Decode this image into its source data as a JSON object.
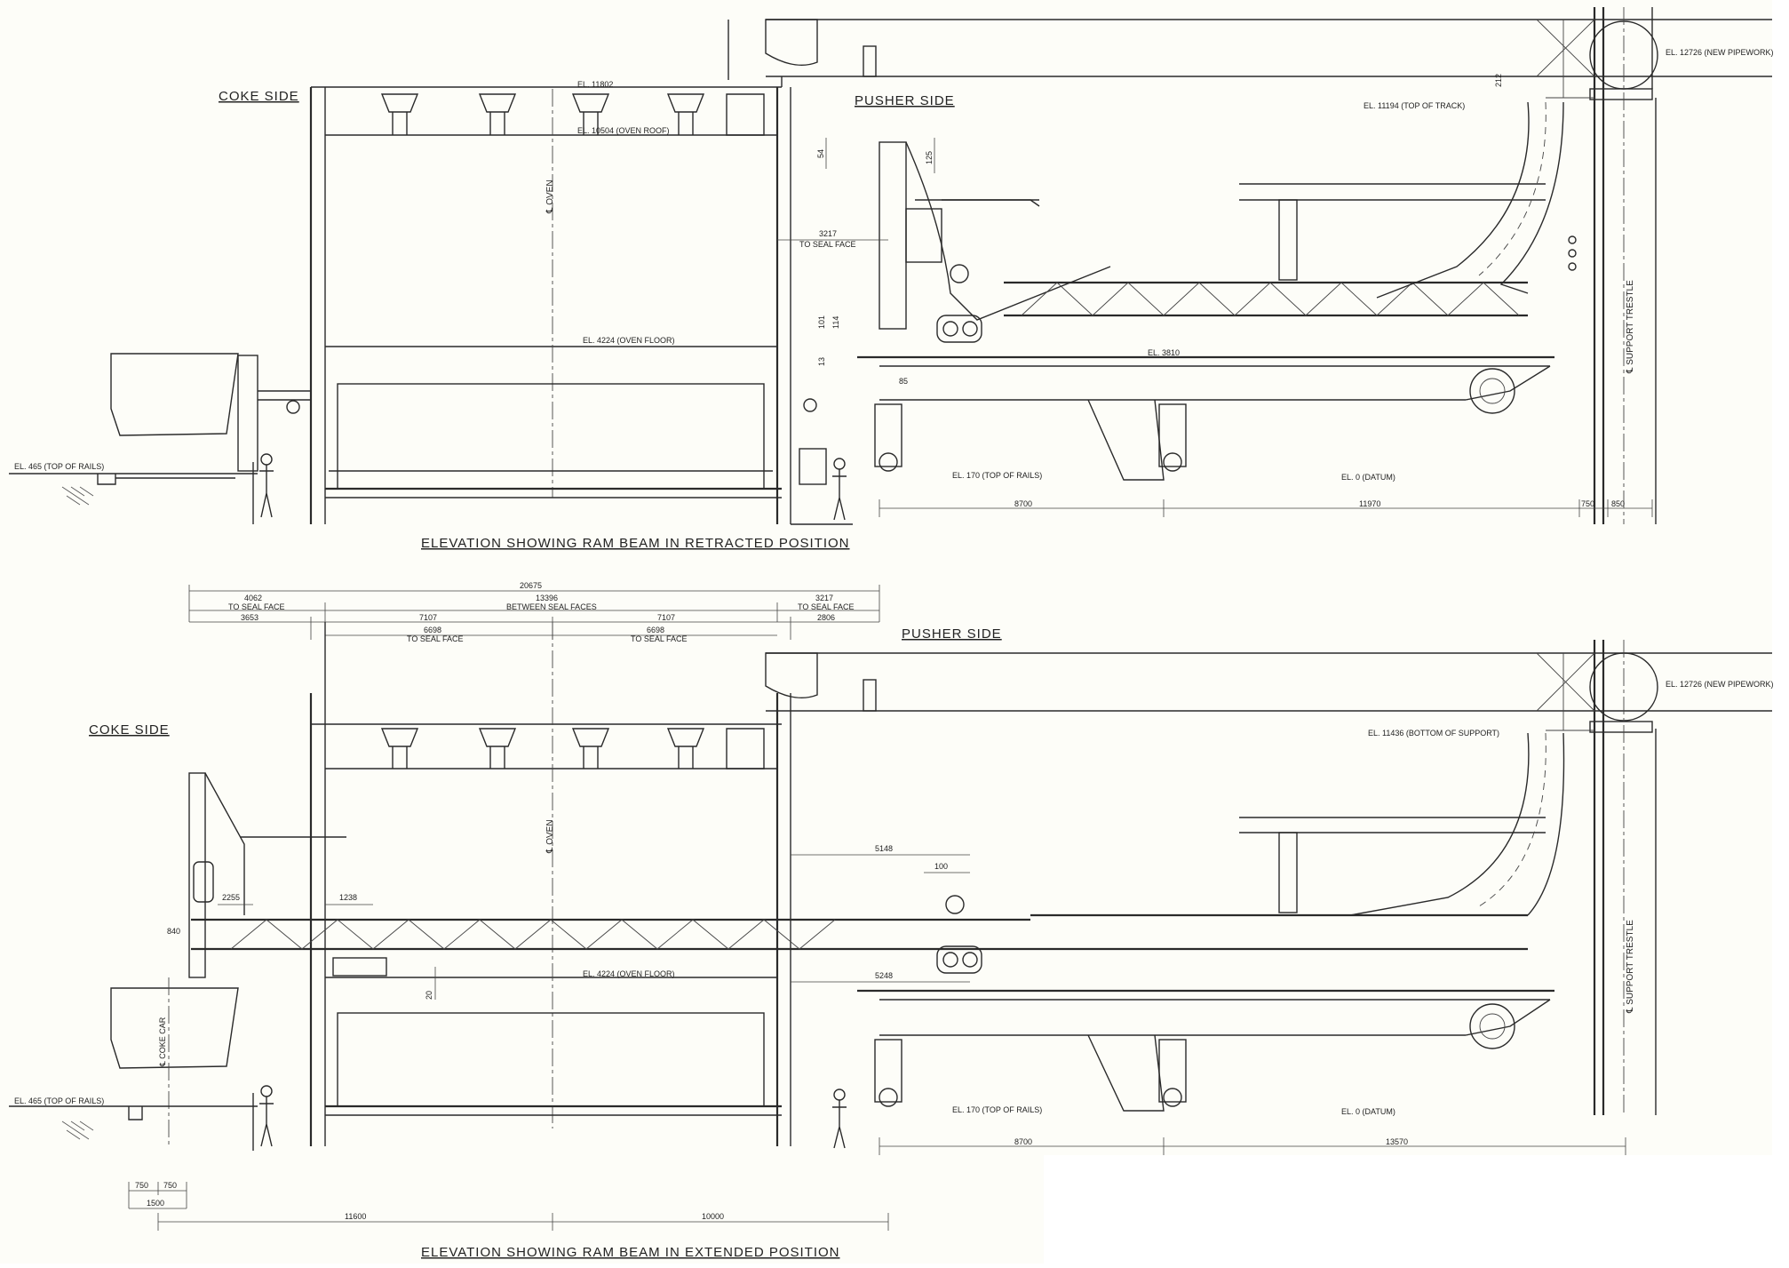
{
  "top_view": {
    "caption": "ELEVATION SHOWING RAM BEAM IN RETRACTED POSITION",
    "coke_side": "COKE SIDE",
    "pusher_side": "PUSHER SIDE",
    "oven_label": "℄ OVEN",
    "support_trestle": "℄ SUPPORT TRESTLE",
    "elevations": {
      "el_11802": "EL. 11802",
      "el_10504": "EL. 10504 (OVEN ROOF)",
      "el_4224": "EL. 4224 (OVEN FLOOR)",
      "el_465": "EL. 465 (TOP OF RAILS)",
      "el_170": "EL. 170 (TOP OF RAILS)",
      "el_0": "EL. 0 (DATUM)",
      "el_3810": "EL. 3810",
      "el_11194": "EL. 11194 (TOP OF TRACK)",
      "el_12726": "EL. 12726 (NEW PIPEWORK)"
    },
    "dims": {
      "d_54": "54",
      "d_125": "125",
      "d_3217": "3217",
      "to_seal_face": "TO SEAL FACE",
      "d_101": "101",
      "d_114": "114",
      "d_13": "13",
      "d_85": "85",
      "d_212": "212",
      "d_8700": "8700",
      "d_11970": "11970",
      "d_750": "750",
      "d_850": "850"
    }
  },
  "bottom_view": {
    "caption": "ELEVATION SHOWING RAM BEAM IN EXTENDED POSITION",
    "coke_side": "COKE SIDE",
    "pusher_side": "PUSHER SIDE",
    "oven_label": "℄ OVEN",
    "coke_car": "℄ COKE CAR",
    "support_trestle": "℄ SUPPORT TRESTLE",
    "elevations": {
      "el_4224": "EL. 4224 (OVEN FLOOR)",
      "el_465": "EL. 465 (TOP OF RAILS)",
      "el_170": "EL. 170 (TOP OF RAILS)",
      "el_0": "EL. 0 (DATUM)",
      "el_11436": "EL. 11436 (BOTTOM OF SUPPORT)",
      "el_12726": "EL. 12726 (NEW PIPEWORK)"
    },
    "dims": {
      "d_20675": "20675",
      "d_4062": "4062",
      "to_seal_face_1": "TO SEAL FACE",
      "d_13396": "13396",
      "between_seal_faces": "BETWEEN SEAL FACES",
      "d_3217": "3217",
      "to_seal_face_2": "TO SEAL FACE",
      "d_3653": "3653",
      "d_7107a": "7107",
      "d_7107b": "7107",
      "d_2806": "2806",
      "d_6698a": "6698",
      "to_seal_face_3": "TO SEAL FACE",
      "d_6698b": "6698",
      "to_seal_face_4": "TO SEAL FACE",
      "d_5148": "5148",
      "d_100": "100",
      "d_1238": "1238",
      "d_2255": "2255",
      "d_840": "840",
      "d_5248": "5248",
      "d_20": "20",
      "d_8700": "8700",
      "d_13570": "13570",
      "d_750a": "750",
      "d_750b": "750",
      "d_1500": "1500",
      "d_11600": "11600",
      "d_10000": "10000"
    }
  }
}
